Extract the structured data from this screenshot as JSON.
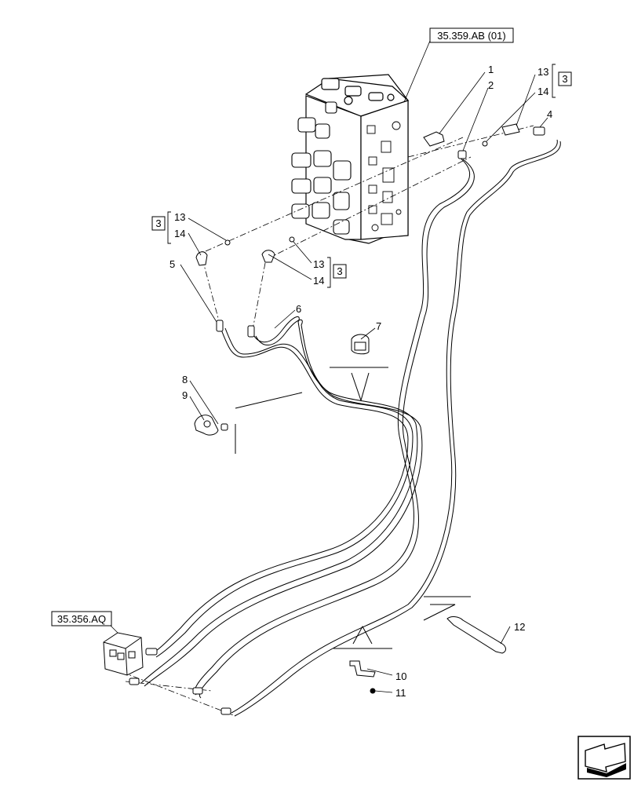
{
  "references": {
    "valve_ref": "35.359.AB (01)",
    "motor_ref": "35.356.AQ"
  },
  "callouts": {
    "c1": "1",
    "c2": "2",
    "c3_top": "3",
    "c3_left": "3",
    "c3_mid": "3",
    "c4": "4",
    "c5": "5",
    "c6": "6",
    "c7": "7",
    "c8": "8",
    "c9": "9",
    "c10": "10",
    "c11": "11",
    "c12": "12",
    "c13_top": "13",
    "c14_top": "14",
    "c13_left": "13",
    "c14_left": "14",
    "c13_mid": "13",
    "c14_mid": "14"
  },
  "icons": {
    "nav": "next-page-arrow-icon"
  }
}
